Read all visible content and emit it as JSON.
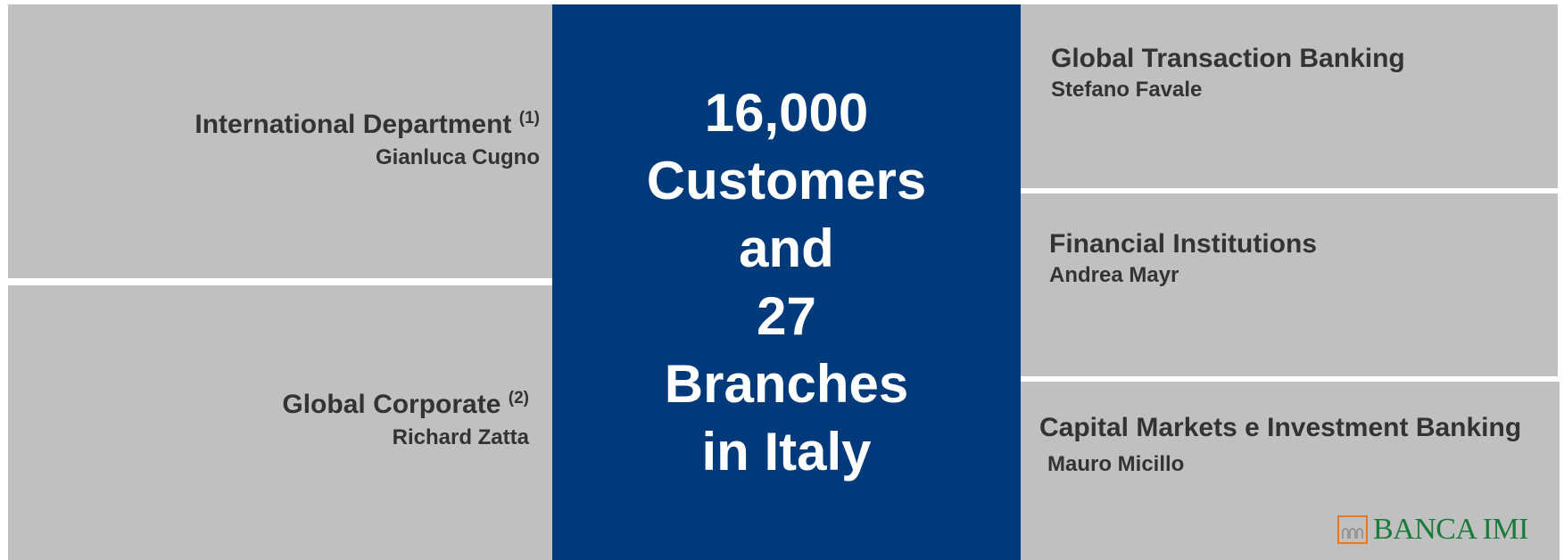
{
  "center": {
    "lines": [
      "16,000",
      "Customers",
      "and",
      "27",
      "Branches",
      "in Italy"
    ]
  },
  "left_panels": [
    {
      "title": "International Department",
      "footnote": "(1)",
      "person": "Gianluca Cugno"
    },
    {
      "title": "Global Corporate",
      "footnote": "(2)",
      "person": "Richard Zatta"
    }
  ],
  "right_panels": [
    {
      "title": "Global Transaction Banking",
      "person": "Stefano Favale"
    },
    {
      "title": "Financial Institutions",
      "person": "Andrea Mayr"
    },
    {
      "title": "Capital Markets e Investment Banking",
      "person": "Mauro Micillo"
    }
  ],
  "logo": {
    "text": "BANCA IMI",
    "icon": "banca-imi-logo-icon"
  },
  "colors": {
    "panel": "#c0c0c0",
    "center_background": "#003a7a",
    "text_dark": "#333333",
    "logo_green": "#1a7a3a",
    "logo_orange": "#e07a2c"
  }
}
